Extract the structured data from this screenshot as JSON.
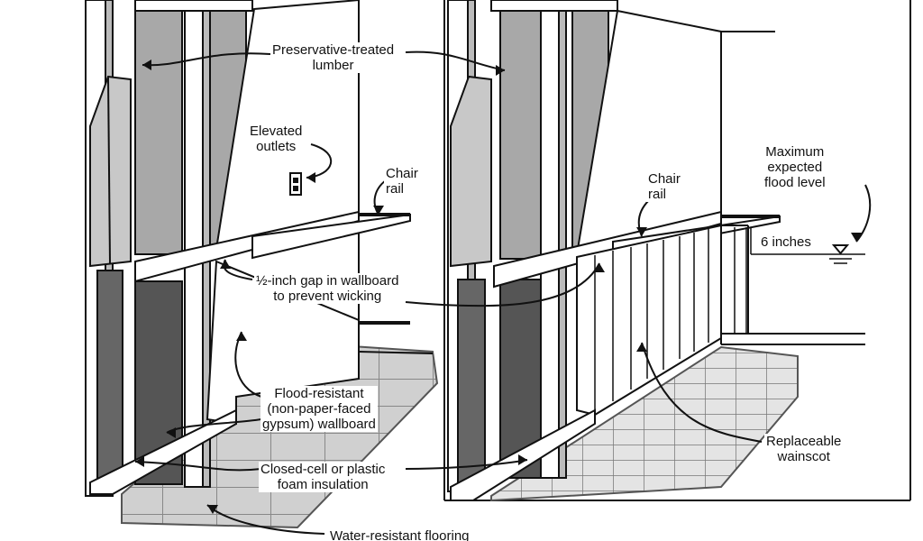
{
  "labels": {
    "preservative_treated_lumber": [
      "Preservative-treated",
      "lumber"
    ],
    "elevated_outlets": [
      "Elevated",
      "outlets"
    ],
    "chair_rail_left": [
      "Chair",
      "rail"
    ],
    "chair_rail_right": [
      "Chair",
      "rail"
    ],
    "max_flood_level": [
      "Maximum",
      "expected",
      "flood level"
    ],
    "six_inches": "6 inches",
    "half_inch_gap": [
      "½-inch gap in wallboard",
      "to prevent wicking"
    ],
    "flood_resistant_wallboard": [
      "Flood-resistant",
      "(non-paper-faced",
      "gypsum) wallboard"
    ],
    "closed_cell_insulation": [
      "Closed-cell or plastic",
      "foam insulation"
    ],
    "replaceable_wainscot": [
      "Replaceable",
      "wainscot"
    ],
    "water_resistant_flooring": "Water-resistant flooring"
  }
}
